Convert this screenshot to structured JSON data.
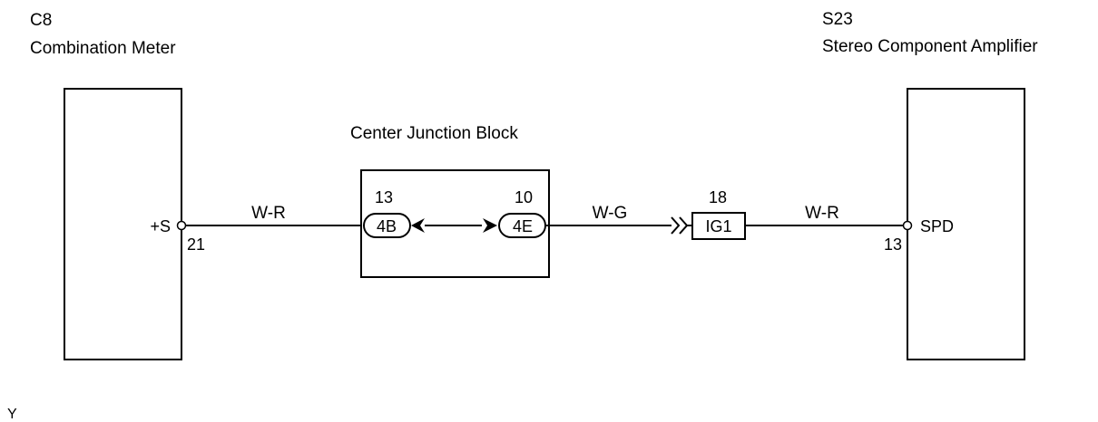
{
  "left_component": {
    "code": "C8",
    "name": "Combination Meter",
    "terminal_label": "+S",
    "pin_number": "21"
  },
  "right_component": {
    "code": "S23",
    "name": "Stereo Component Amplifier",
    "terminal_label": "SPD",
    "pin_number": "13"
  },
  "junction_block": {
    "name": "Center Junction Block",
    "left_connector": {
      "pin": "13",
      "connector": "4B"
    },
    "right_connector": {
      "pin": "10",
      "connector": "4E"
    }
  },
  "inline_connector": {
    "pin": "18",
    "connector": "IG1"
  },
  "wires": {
    "left_wire": "W-R",
    "middle_wire": "W-G",
    "right_wire": "W-R"
  },
  "footer_mark": "Y"
}
